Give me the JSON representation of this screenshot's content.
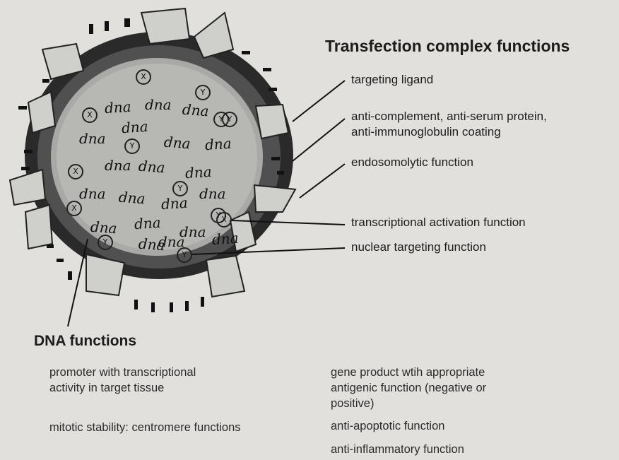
{
  "diagram": {
    "title": "Transfection complex functions",
    "callouts": [
      "targeting ligand",
      "anti-complement, anti-serum protein,",
      "anti-immunoglobulin coating",
      "endosomolytic function",
      "transcriptional activation function",
      "nuclear targeting function"
    ],
    "core_words": [
      "dna",
      "dna",
      "dna",
      "dna",
      "dna",
      "dna",
      "dna",
      "dna",
      "dna",
      "dna",
      "dna",
      "dna",
      "dna",
      "dna",
      "dna",
      "dna",
      "dna",
      "dna",
      "dna",
      "dna"
    ],
    "core_marks": [
      "X",
      "Y",
      "X",
      "Y",
      "Y",
      "X",
      "Y",
      "X",
      "Y",
      "X",
      "Y",
      "Y",
      "Y"
    ],
    "dna_functions": {
      "title": "DNA functions",
      "left_col": [
        "promoter with transcriptional",
        "activity in target tissue",
        "mitotic stability: centromere functions"
      ],
      "right_col": [
        "gene product wtih appropriate",
        "antigenic function (negative or",
        "positive)",
        "anti-apoptotic function",
        "anti-inflammatory function"
      ]
    }
  }
}
